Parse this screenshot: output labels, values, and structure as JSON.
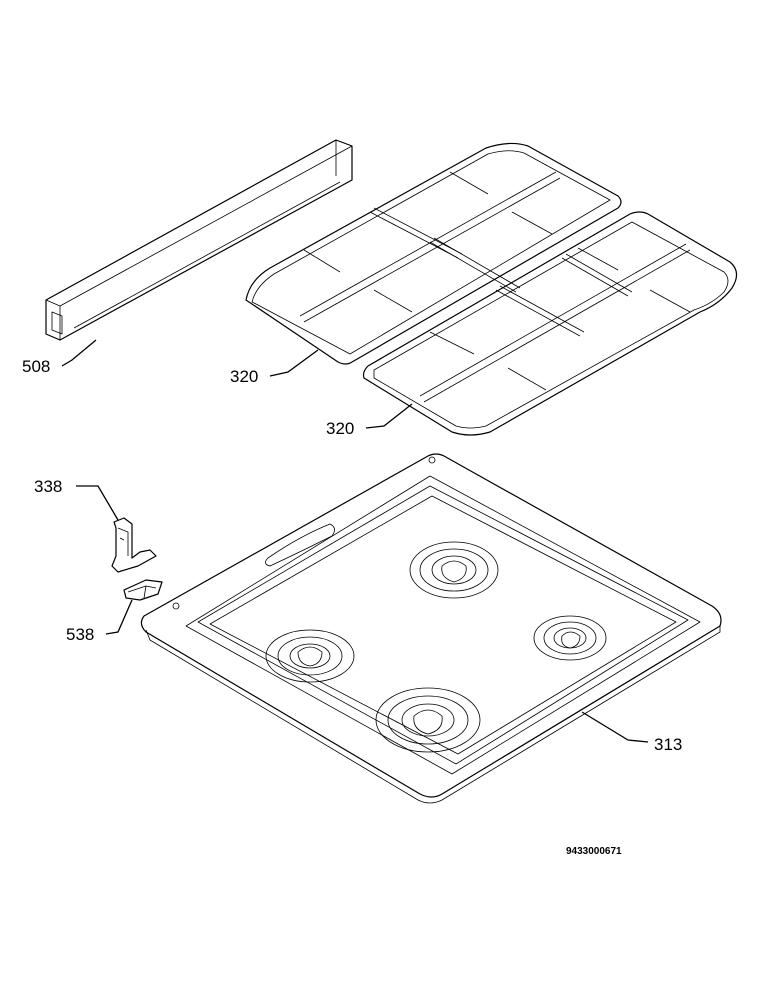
{
  "parts": {
    "side_rail": {
      "label": "508"
    },
    "pan_support_left": {
      "label": "320"
    },
    "pan_support_right": {
      "label": "320"
    },
    "bracket": {
      "label": "338"
    },
    "clip": {
      "label": "538"
    },
    "hob_top": {
      "label": "313"
    }
  },
  "document_number": "9433000671"
}
